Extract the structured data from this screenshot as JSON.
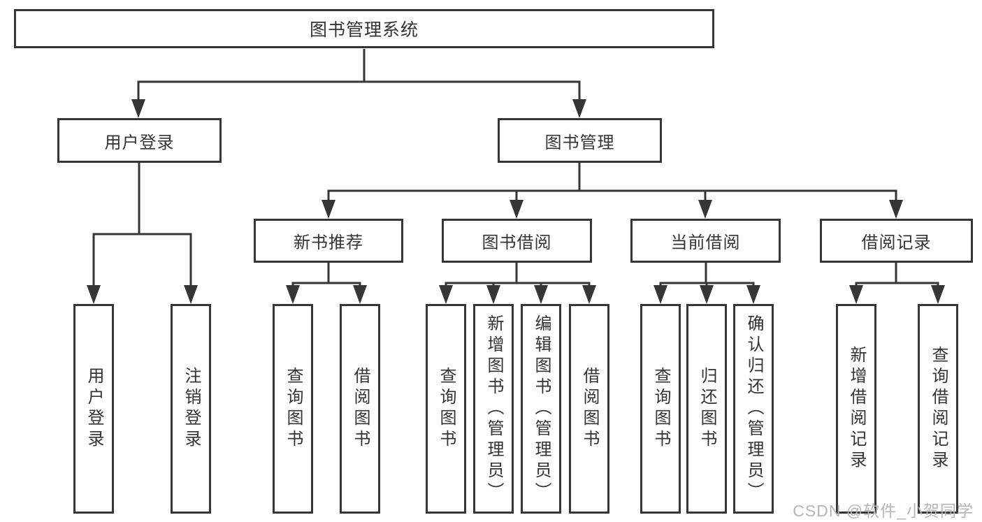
{
  "diagram": {
    "root": {
      "label": "图书管理系统",
      "children": [
        {
          "label": "用户登录",
          "children": [
            {
              "label": "用户登录"
            },
            {
              "label": "注销登录"
            }
          ]
        },
        {
          "label": "图书管理",
          "children": [
            {
              "label": "新书推荐",
              "children": [
                {
                  "label": "查询图书"
                },
                {
                  "label": "借阅图书"
                }
              ]
            },
            {
              "label": "图书借阅",
              "children": [
                {
                  "label": "查询图书"
                },
                {
                  "label": "新增图书（管理员）"
                },
                {
                  "label": "编辑图书（管理员）"
                },
                {
                  "label": "借阅图书"
                }
              ]
            },
            {
              "label": "当前借阅",
              "children": [
                {
                  "label": "查询图书"
                },
                {
                  "label": "归还图书"
                },
                {
                  "label": "确认归还（管理员）"
                }
              ]
            },
            {
              "label": "借阅记录",
              "children": [
                {
                  "label": "新增借阅记录"
                },
                {
                  "label": "查询借阅记录"
                }
              ]
            }
          ]
        }
      ]
    },
    "colors": {
      "line": "#363636",
      "text": "#333333",
      "background": "#ffffff",
      "watermark": "#b5b5b5"
    }
  },
  "watermark": {
    "text": "CSDN @软件_小贺同学"
  }
}
